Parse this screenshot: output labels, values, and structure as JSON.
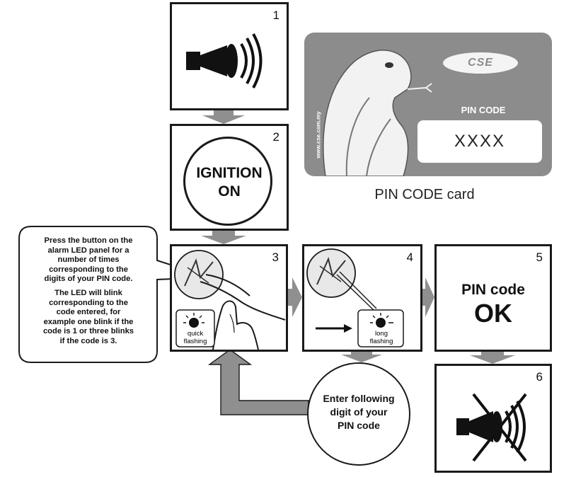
{
  "steps": [
    {
      "number": "1",
      "icon": "siren-icon"
    },
    {
      "number": "2",
      "label_line1": "IGNITION",
      "label_line2": "ON"
    },
    {
      "number": "3",
      "led_label_line1": "quick",
      "led_label_line2": "flashing"
    },
    {
      "number": "4",
      "led_label_line1": "long",
      "led_label_line2": "flashing"
    },
    {
      "number": "5",
      "line1": "PIN code",
      "line2": "OK"
    },
    {
      "number": "6",
      "icon": "siren-muted-icon"
    }
  ],
  "card": {
    "brand": "CSE",
    "website": "www.cse.com.my",
    "pin_title": "PIN CODE",
    "pin_value": "XXXX",
    "caption": "PIN CODE card"
  },
  "bubble": {
    "paragraph1": [
      "Press the button on the",
      "alarm LED panel for a",
      "number of times",
      "corresponding to the",
      "digits of your PIN code."
    ],
    "paragraph2": [
      "The LED will blink",
      "corresponding to the",
      "code entered, for",
      "example one blink if the",
      "code is 1 or three blinks",
      "if the code is 3."
    ]
  },
  "next_digit": {
    "line1": "Enter following",
    "line2": "digit of your",
    "line3": "PIN code"
  },
  "colors": {
    "arrow": "#8f8f8f",
    "card_bg": "#8c8c8c",
    "outline": "#1a1a1a"
  }
}
